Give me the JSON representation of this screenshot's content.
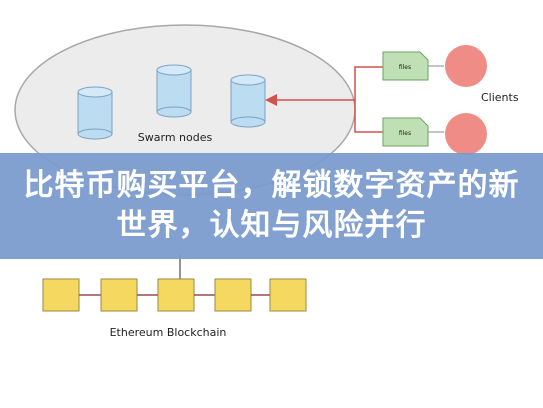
{
  "diagram": {
    "swarm_label": "Swarm nodes",
    "clients_label": "Clients",
    "doc_label": "files",
    "blockchain_label": "Ethereum Blockchain",
    "colors": {
      "swarm_fill": "#ececec",
      "swarm_stroke": "#a8a8a8",
      "node_fill": "#bcdcf2",
      "node_stroke": "#7aa2c4",
      "doc_fill": "#bfe0b4",
      "doc_stroke": "#6aa562",
      "client_fill": "#f08c86",
      "arrow": "#d4524d",
      "block_fill": "#f4d860",
      "block_stroke": "#9a8a40",
      "link": "#9a4a4a",
      "vertical": "#7a6a6a"
    }
  },
  "banner": {
    "title": "比特币购买平台，解锁数字资产的新世界，认知与风险并行",
    "color": "#789acd"
  }
}
